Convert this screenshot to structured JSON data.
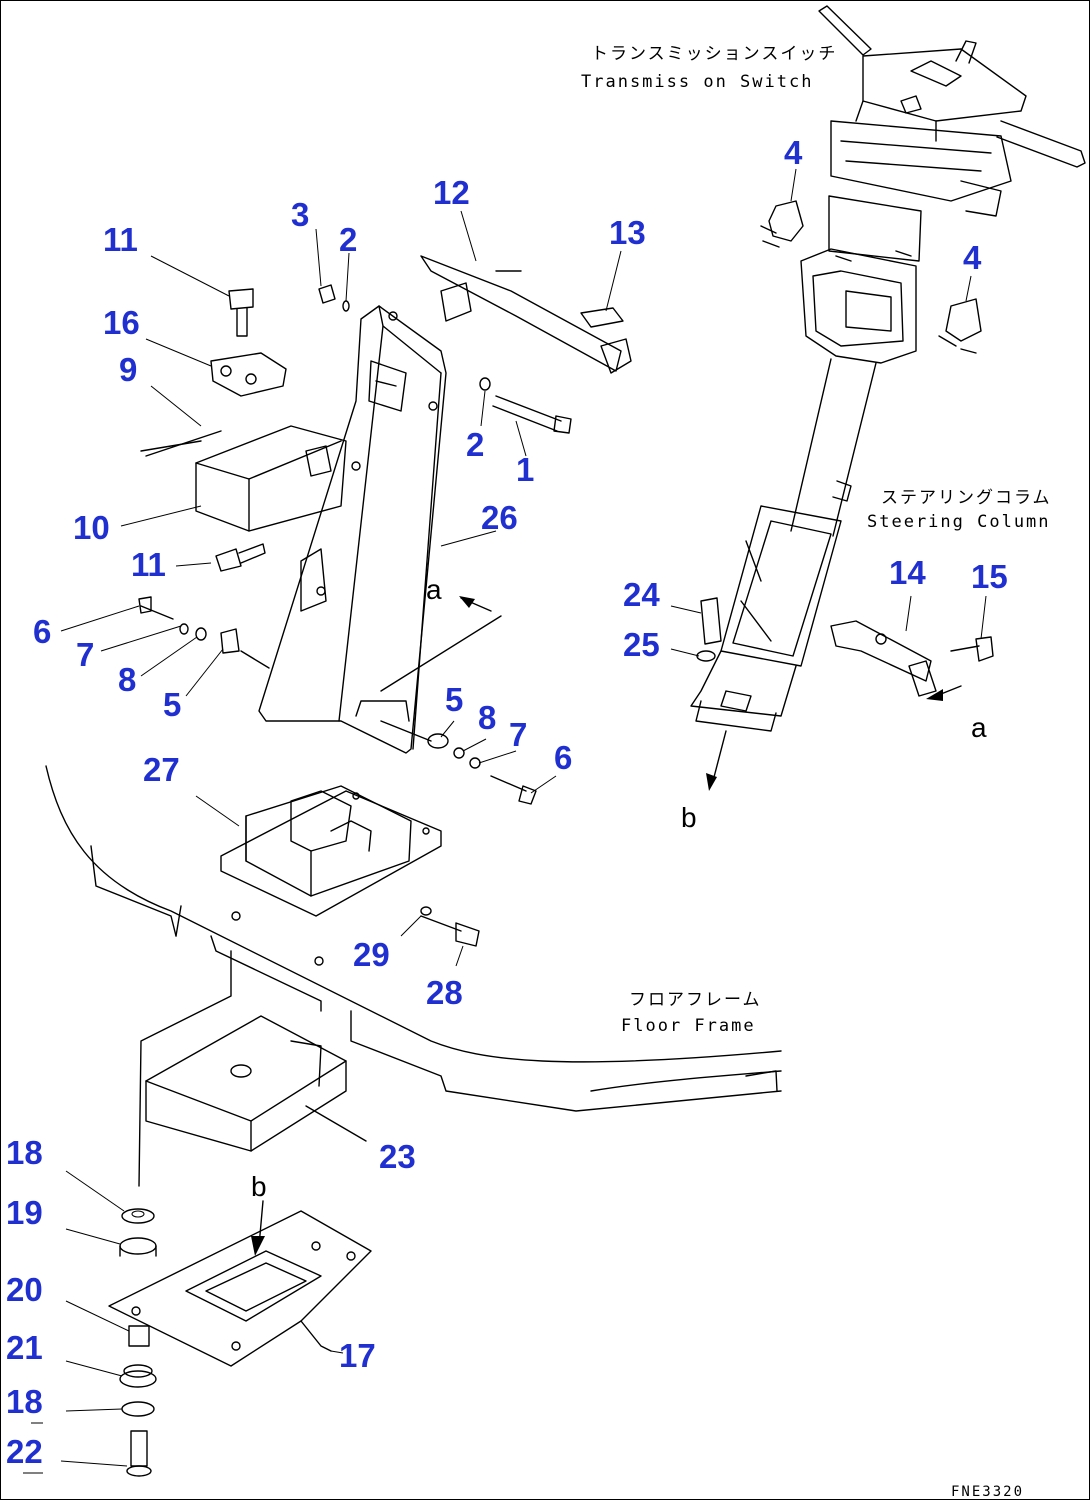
{
  "labels": {
    "transmission_switch_jp": "トランスミッションスイッチ",
    "transmission_switch_en": "Transmiss on Switch",
    "steering_column_jp": "ステアリングコラム",
    "steering_column_en": "Steering Column",
    "floor_frame_jp": "フロアフレーム",
    "floor_frame_en": "Floor Frame"
  },
  "refs": {
    "a_top": "a",
    "a_right": "a",
    "b_col": "b",
    "b_plate": "b"
  },
  "drawing_code": "FNE3320",
  "part_numbers": [
    "1",
    "2",
    "2",
    "3",
    "4",
    "4",
    "5",
    "5",
    "6",
    "6",
    "7",
    "7",
    "8",
    "8",
    "9",
    "10",
    "11",
    "11",
    "12",
    "13",
    "14",
    "15",
    "16",
    "17",
    "18",
    "18",
    "19",
    "20",
    "21",
    "22",
    "23",
    "24",
    "25",
    "26",
    "27",
    "28",
    "29"
  ]
}
